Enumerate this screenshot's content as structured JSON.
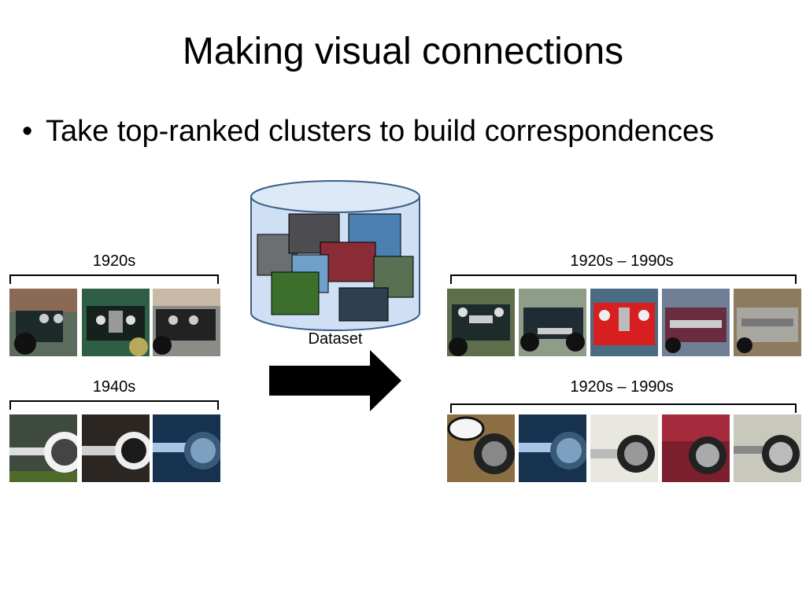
{
  "slide": {
    "title": "Making visual connections",
    "bullet": "Take top-ranked clusters to build correspondences",
    "dataset_label": "Dataset"
  },
  "left_groups": [
    {
      "label": "1920s"
    },
    {
      "label": "1940s"
    }
  ],
  "right_groups": [
    {
      "label": "1920s – 1990s"
    },
    {
      "label": "1920s – 1990s"
    }
  ],
  "colors": {
    "cylinder_fill": "#cfe0f5",
    "cylinder_stroke": "#385d8a",
    "arrow": "#000000"
  }
}
